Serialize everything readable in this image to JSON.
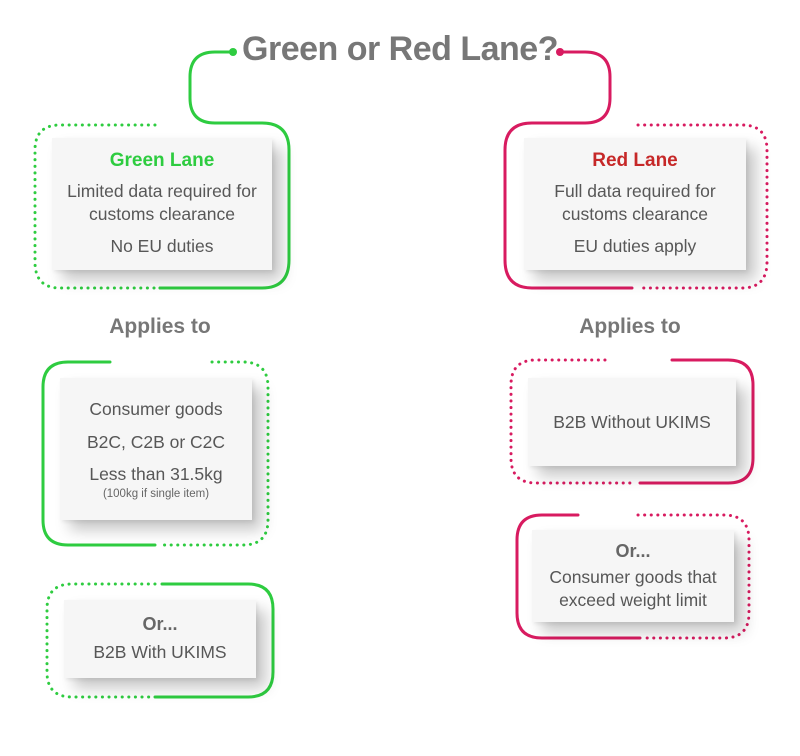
{
  "title": "Green or Red Lane?",
  "colors": {
    "green": "#2ecc40",
    "red": "#d81b60",
    "text": "#777777",
    "card_bg": "#f6f6f6"
  },
  "green": {
    "heading": "Green Lane",
    "line1": "Limited data required for",
    "line2": "customs clearance",
    "line3": "No EU duties",
    "applies_label": "Applies to",
    "box1": {
      "line1": "Consumer goods",
      "line2": "B2C, C2B or C2C",
      "line3": "Less than 31.5kg",
      "note": "(100kg if single item)"
    },
    "box2": {
      "heading": "Or...",
      "line1": "B2B With UKIMS"
    }
  },
  "red": {
    "heading": "Red Lane",
    "line1": "Full data required for",
    "line2": "customs clearance",
    "line3": "EU duties apply",
    "applies_label": "Applies to",
    "box1": {
      "line1": "B2B Without UKIMS"
    },
    "box2": {
      "heading": "Or...",
      "line1": "Consumer goods that",
      "line2": "exceed weight limit"
    }
  }
}
